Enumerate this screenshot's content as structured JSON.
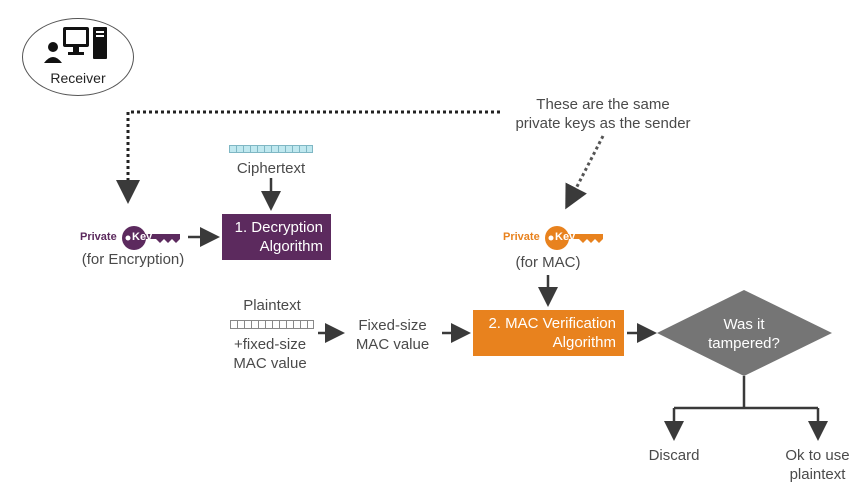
{
  "receiver": {
    "label": "Receiver"
  },
  "annotation": {
    "line1": "These are the same",
    "line2": "private keys as the sender"
  },
  "ciphertext": {
    "label": "Ciphertext"
  },
  "decryption": {
    "line1": "1. Decryption",
    "line2": "Algorithm"
  },
  "key_encryption": {
    "private": "Private",
    "key": "Key",
    "caption": "(for Encryption)"
  },
  "key_mac": {
    "private": "Private",
    "key": "Key",
    "caption": "(for MAC)"
  },
  "plaintext": {
    "label": "Plaintext",
    "line2": "+fixed-size",
    "line3": "MAC value"
  },
  "fixed_mac": {
    "line1": "Fixed-size",
    "line2": "MAC value"
  },
  "mac_verify": {
    "line1": "2. MAC Verification",
    "line2": "Algorithm"
  },
  "decision": {
    "line1": "Was it",
    "line2": "tampered?"
  },
  "outcomes": {
    "discard": "Discard",
    "ok_line1": "Ok to use",
    "ok_line2": "plaintext"
  },
  "colors": {
    "purple": "#5c2a5e",
    "orange": "#e8821e",
    "diamond": "#757575",
    "arrow": "#3a3a3a",
    "cipher": "#bfe8ef"
  }
}
